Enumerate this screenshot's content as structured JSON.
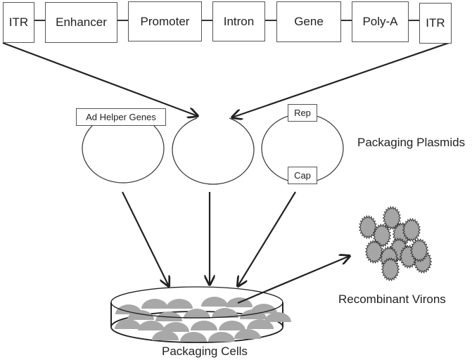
{
  "construct": {
    "elements": [
      "ITR",
      "Enhancer",
      "Promoter",
      "Intron",
      "Gene",
      "Poly-A",
      "ITR"
    ]
  },
  "plasmids": {
    "helper_label": "Ad Helper Genes",
    "rep_label": "Rep",
    "cap_label": "Cap",
    "group_label": "Packaging Plasmids"
  },
  "cells": {
    "label": "Packaging Cells"
  },
  "virions": {
    "label": "Recombinant Virons"
  },
  "colors": {
    "cell_fill": "#a8a8a8",
    "virion_fill": "#a6a6a6",
    "stroke": "#222222"
  }
}
